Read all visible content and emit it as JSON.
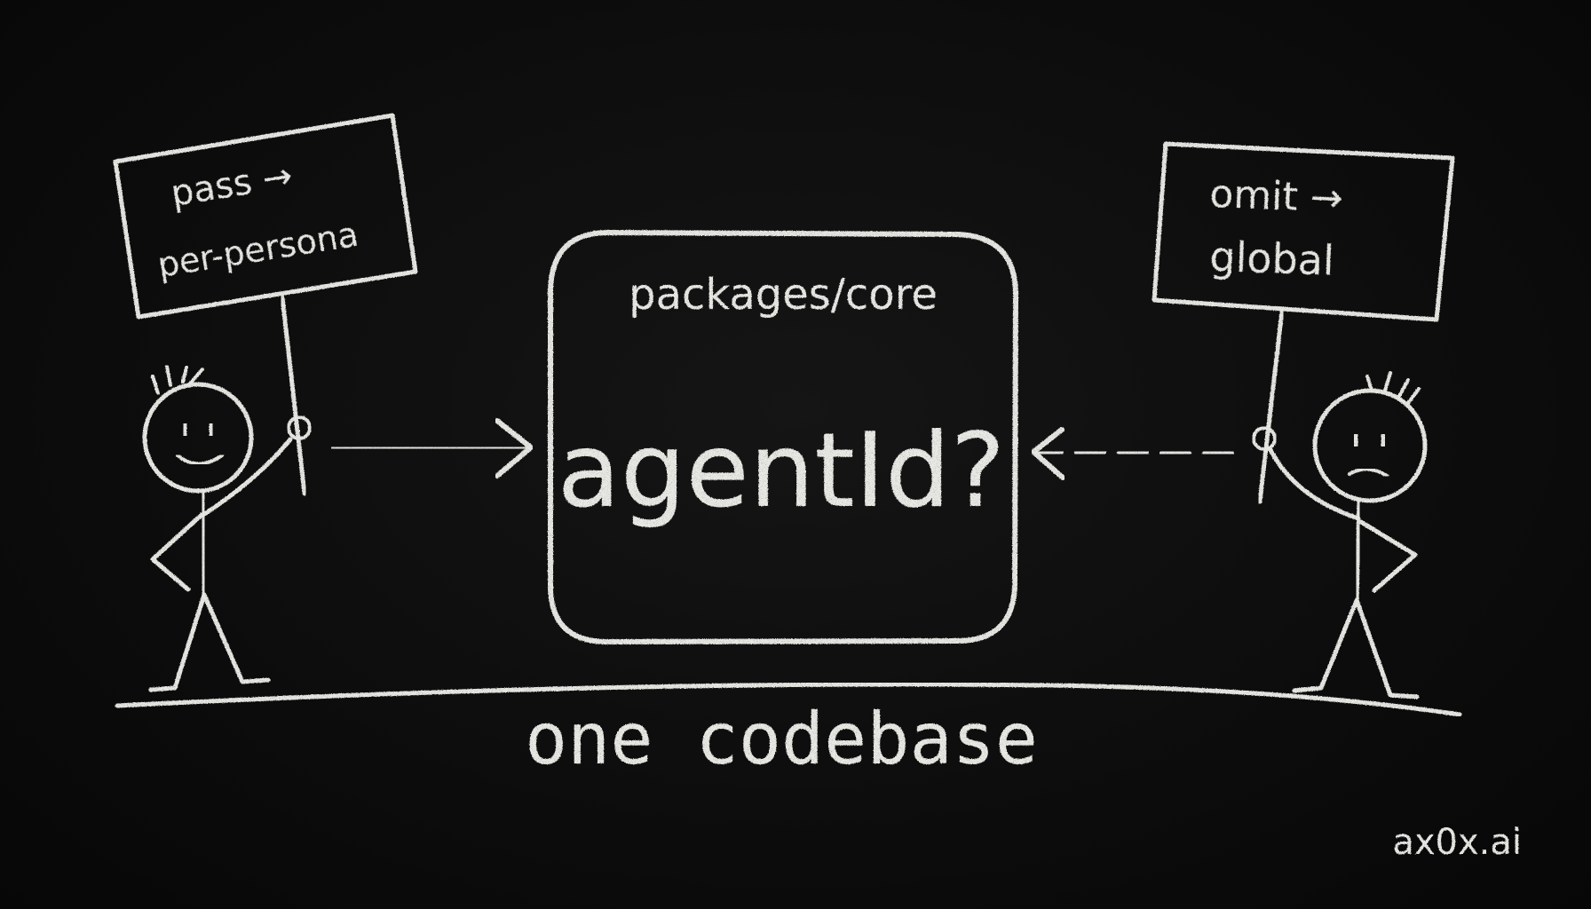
{
  "left_sign": {
    "line1": "pass →",
    "line2": "per-persona"
  },
  "right_sign": {
    "line1": "omit →",
    "line2": "global"
  },
  "center_box": {
    "label": "packages/core",
    "main": "agentId?"
  },
  "footer": {
    "caption": "one codebase"
  },
  "watermark": "ax0x.ai",
  "colors": {
    "background": "#0d0d0d",
    "chalk": "#e6e6e2"
  }
}
